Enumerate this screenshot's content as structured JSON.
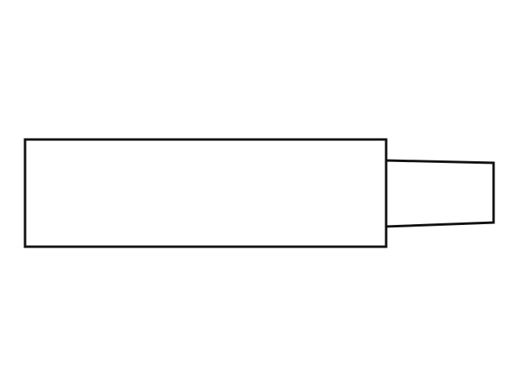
{
  "diagram": {
    "stroke_color": "#111111",
    "fill_color": "#ffffff",
    "background_color": "#ffffff",
    "shapes": [
      {
        "kind": "rectangle",
        "name": "main-body"
      },
      {
        "kind": "tapered-quadrilateral",
        "name": "side-extension"
      }
    ]
  }
}
